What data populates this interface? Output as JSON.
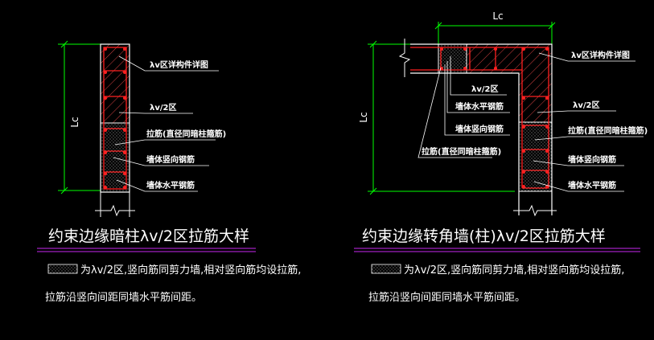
{
  "colors": {
    "background": "#000000",
    "wall_outline": "#ffffff",
    "hatch": "#d04040",
    "rebar": "#ff2020",
    "dimension": "#00ff00",
    "leader": "#ffffff",
    "underline": "#a020c0",
    "text": "#ffffff"
  },
  "left_detail": {
    "dimension_label": "Lc",
    "labels": {
      "detail_ref": "λv区详构件详图",
      "half_zone": "λv/2区",
      "tie_bar": "拉筋(直径同暗柱箍筋)",
      "vertical_rebar": "墙体竖向钢筋",
      "horizontal_rebar": "墙体水平钢筋"
    },
    "title": "约束边缘暗柱λv/2区拉筋大样",
    "legend_text_line1": "为λv/2区,竖向筋同剪力墙,相对竖向筋均设拉筋,",
    "legend_text_line2": "拉筋沿竖向间距同墙水平筋间距。"
  },
  "right_detail": {
    "dimension_label": "Lc",
    "dimension_label_vertical": "Lc",
    "labels": {
      "detail_ref": "λv区详构件详图",
      "half_zone_top": "λv/2区",
      "horizontal_rebar": "墙体水平钢筋",
      "vertical_rebar_top": "墙体竖向钢筋",
      "tie_bar_left": "拉筋(直径同暗柱箍筋)",
      "half_zone_right": "λv/2区",
      "tie_bar_right": "拉筋(直径同暗柱箍筋)",
      "vertical_rebar": "墙体竖向钢筋",
      "horizontal_rebar_bottom": "墙体水平钢筋"
    },
    "title": "约束边缘转角墙(柱)λv/2区拉筋大样",
    "legend_text_line1": "为λv/2区,竖向筋同剪力墙,相对竖向筋均设拉筋,",
    "legend_text_line2": "拉筋沿竖向间距同墙水平筋间距。"
  }
}
